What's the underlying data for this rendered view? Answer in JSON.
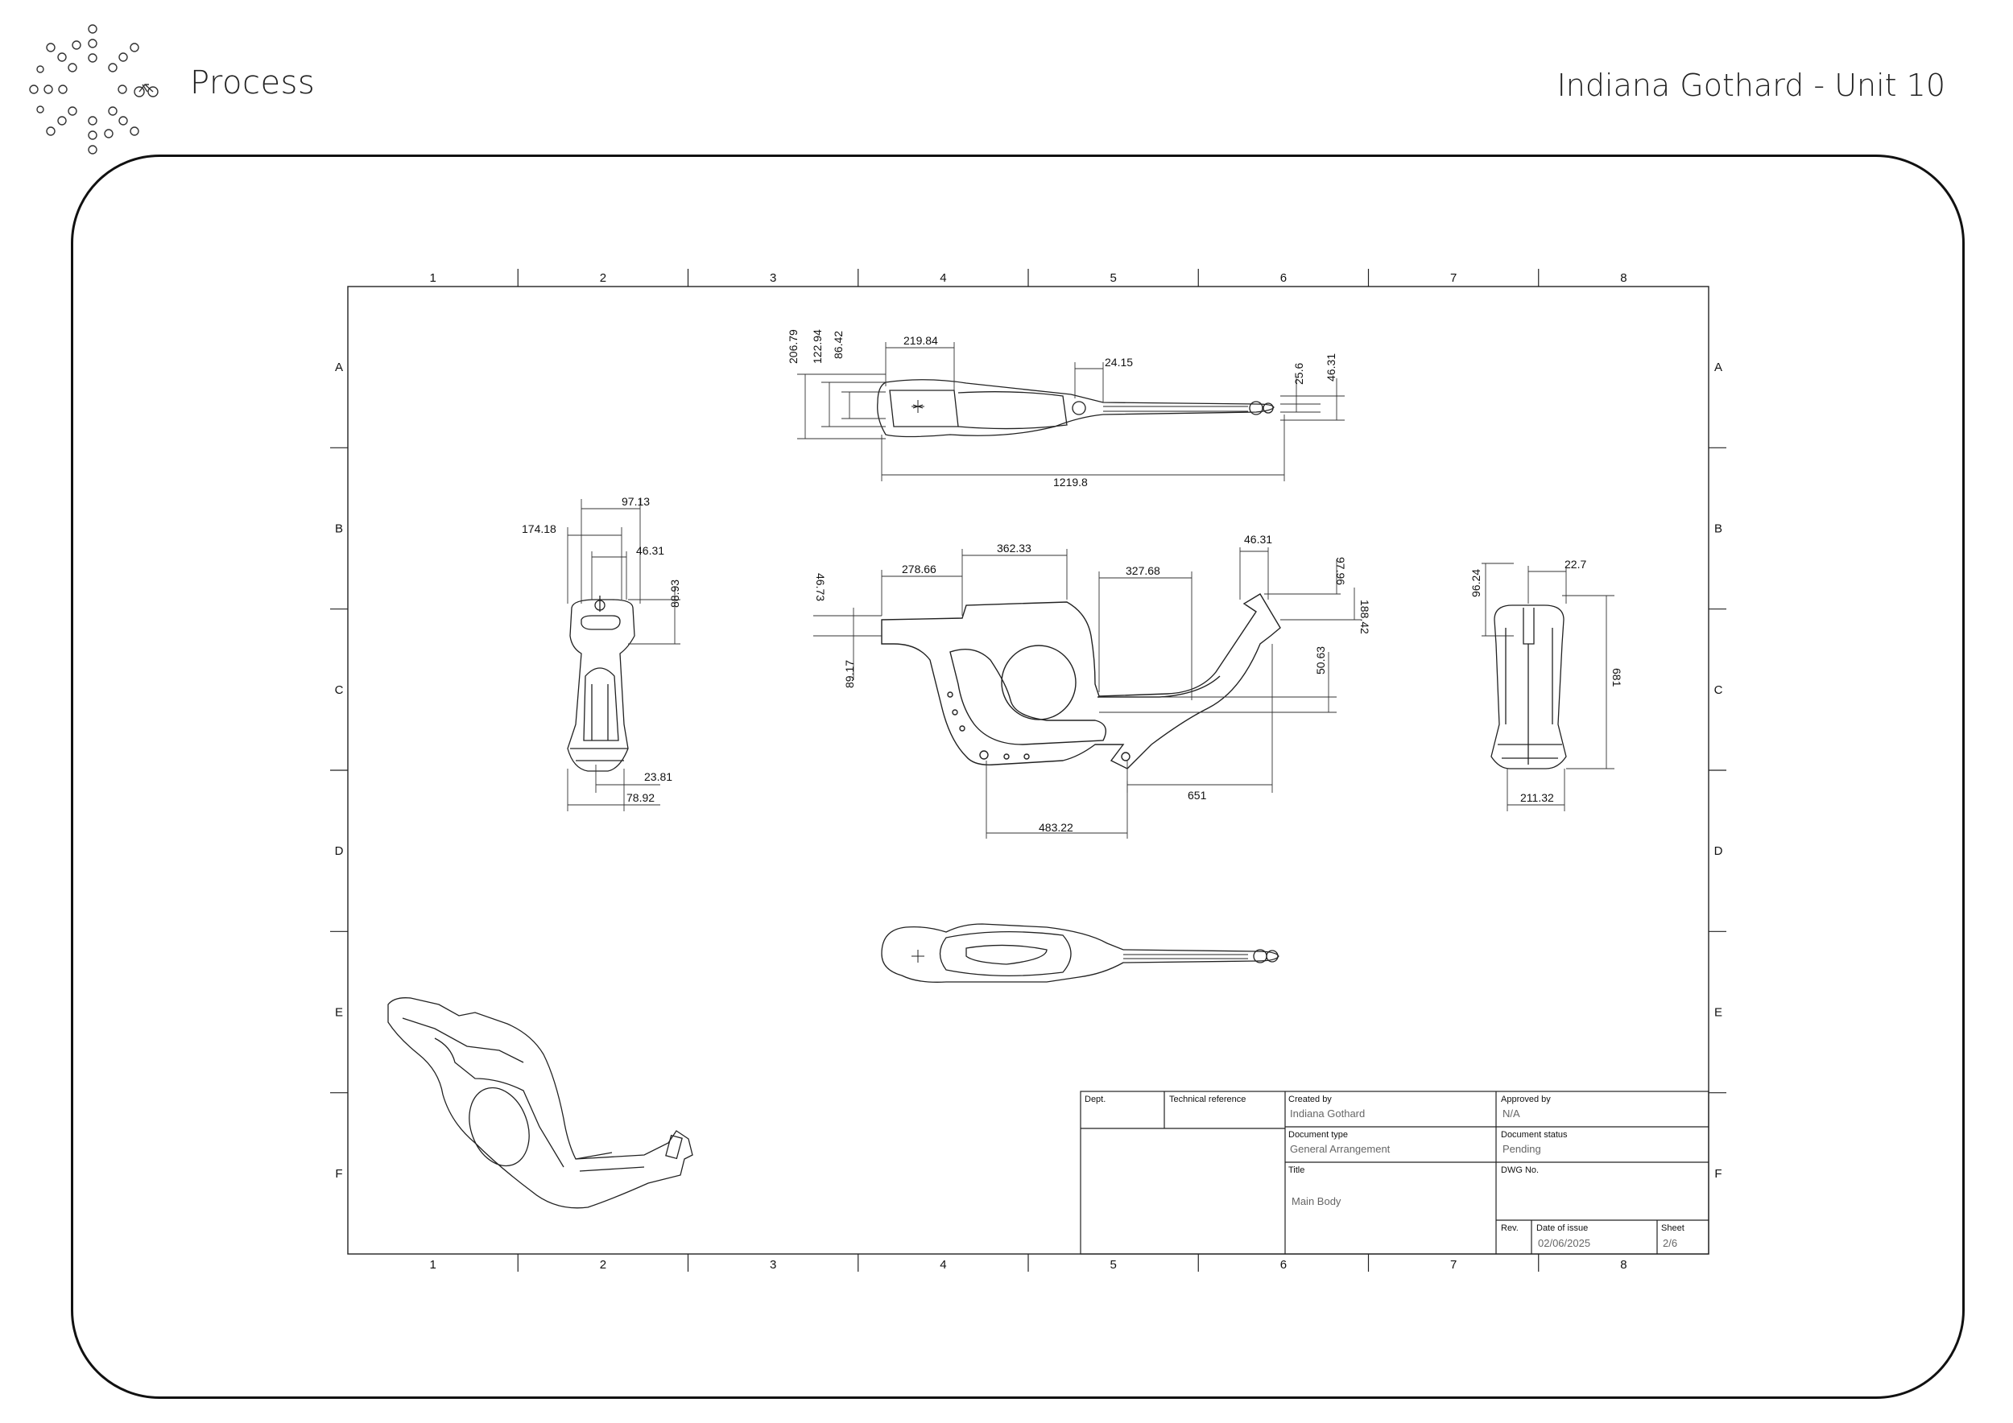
{
  "header": {
    "title": "Process",
    "subtitle": "Indiana Gothard - Unit 10"
  },
  "logo": {
    "icon": "bicycle-icon"
  },
  "sheet": {
    "zones_columns": [
      "1",
      "2",
      "3",
      "4",
      "5",
      "6",
      "7",
      "8"
    ],
    "zones_rows": [
      "A",
      "B",
      "C",
      "D",
      "E",
      "F"
    ]
  },
  "dimensions": {
    "top_view": [
      "206.79",
      "122.94",
      "86.42",
      "219.84",
      "24.15",
      "25.6",
      "46.31",
      "1219.8"
    ],
    "front_view": [
      "97.13",
      "174.18",
      "46.31",
      "88.93",
      "23.81",
      "78.92"
    ],
    "side_view": [
      "362.33",
      "278.66",
      "327.68",
      "46.31",
      "97.96",
      "188.42",
      "46.73",
      "89.17",
      "50.63",
      "651",
      "483.22"
    ],
    "rear_view": [
      "96.24",
      "22.7",
      "681",
      "211.32"
    ]
  },
  "title_block": {
    "dept_label": "Dept.",
    "tech_ref_label": "Technical reference",
    "created_by_label": "Created by",
    "created_by": "Indiana Gothard",
    "approved_by_label": "Approved by",
    "approved_by": "N/A",
    "doc_type_label": "Document type",
    "doc_type": "General Arrangement",
    "doc_status_label": "Document status",
    "doc_status": "Pending",
    "title_label": "Title",
    "title": "Main Body",
    "dwg_label": "DWG No.",
    "rev_label": "Rev.",
    "issue_label": "Date of issue",
    "issue_date": "02/06/2025",
    "sheet_label": "Sheet",
    "sheet_value": "2/6"
  }
}
